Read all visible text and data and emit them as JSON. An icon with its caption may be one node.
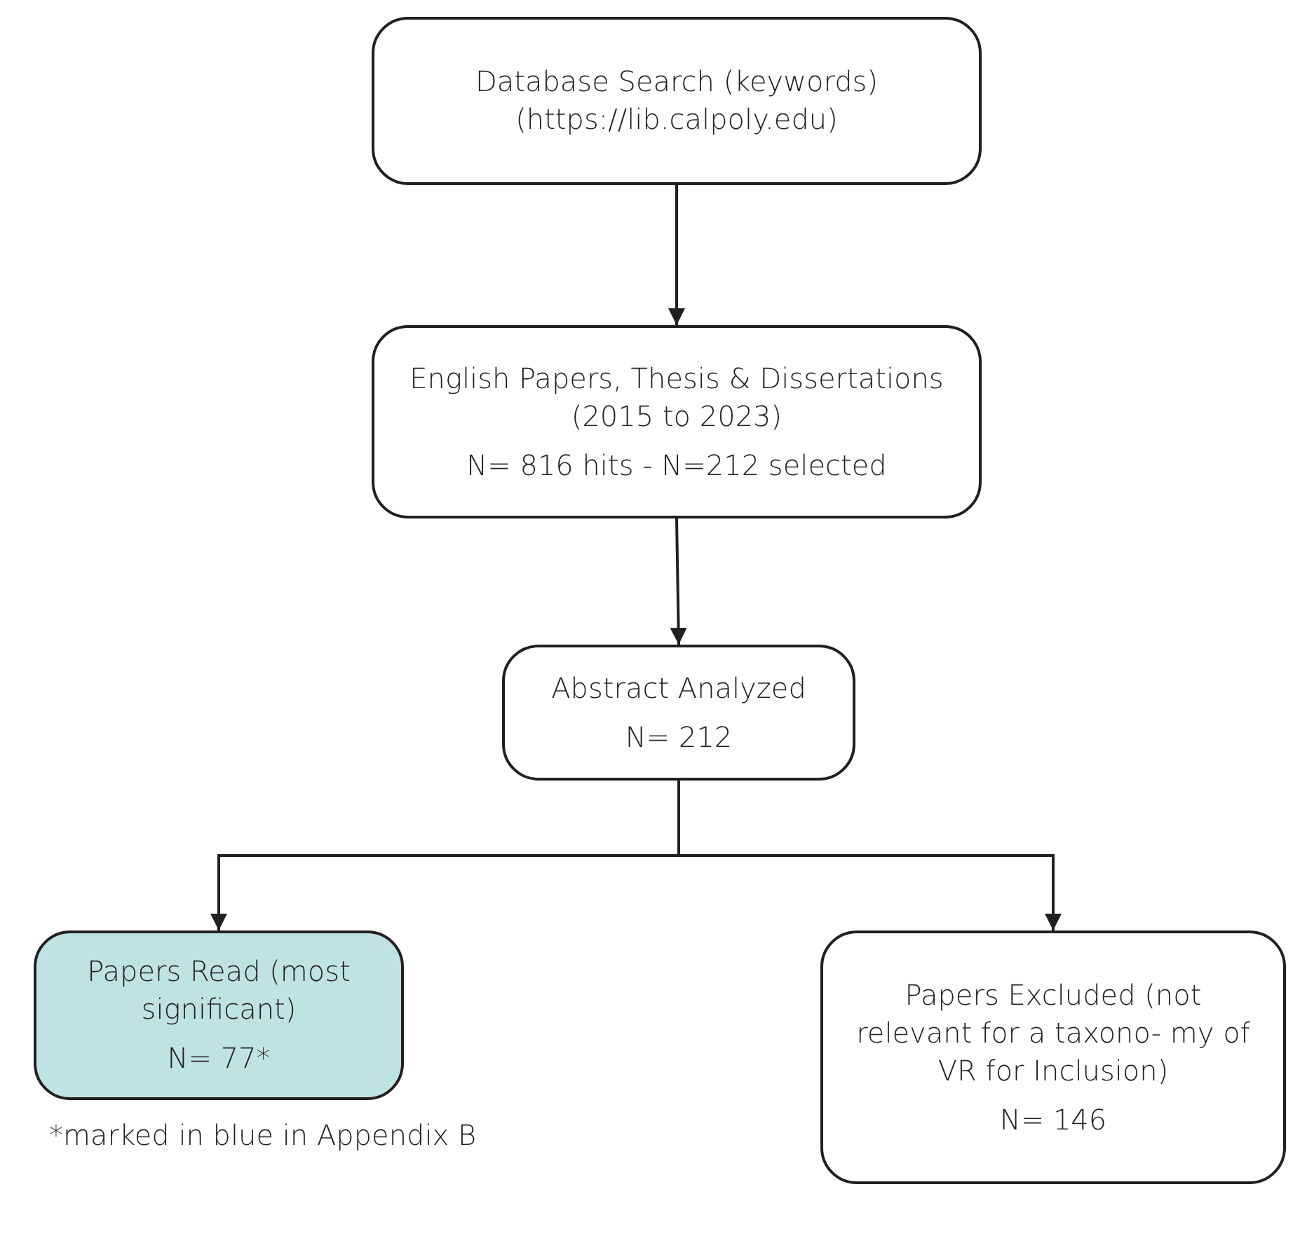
{
  "diagram": {
    "nodes": [
      {
        "text": [
          "Database Search  (keywords) (https://lib.calpoly.edu)"
        ]
      },
      {
        "text": [
          "English Papers, Thesis & Dissertations (2015 to 2023)",
          "N= 816 hits - N=212 selected"
        ]
      },
      {
        "text": [
          "Abstract Analyzed",
          "N= 212"
        ]
      },
      {
        "text": [
          "Papers Read (most significant)",
          "N= 77*"
        ]
      },
      {
        "text": [
          "Papers Excluded (not relevant for a taxono- my of VR for Inclusion)",
          "N= 146"
        ]
      }
    ],
    "edges": [
      {
        "from": 0,
        "to": 1,
        "arrow": "to"
      },
      {
        "from": 1,
        "to": 2,
        "arrow": "to"
      },
      {
        "from": 2,
        "to": 3,
        "arrow": "to"
      },
      {
        "from": 2,
        "to": 4,
        "arrow": "to"
      }
    ],
    "labels": [
      "*marked in blue in Appendix B"
    ]
  }
}
